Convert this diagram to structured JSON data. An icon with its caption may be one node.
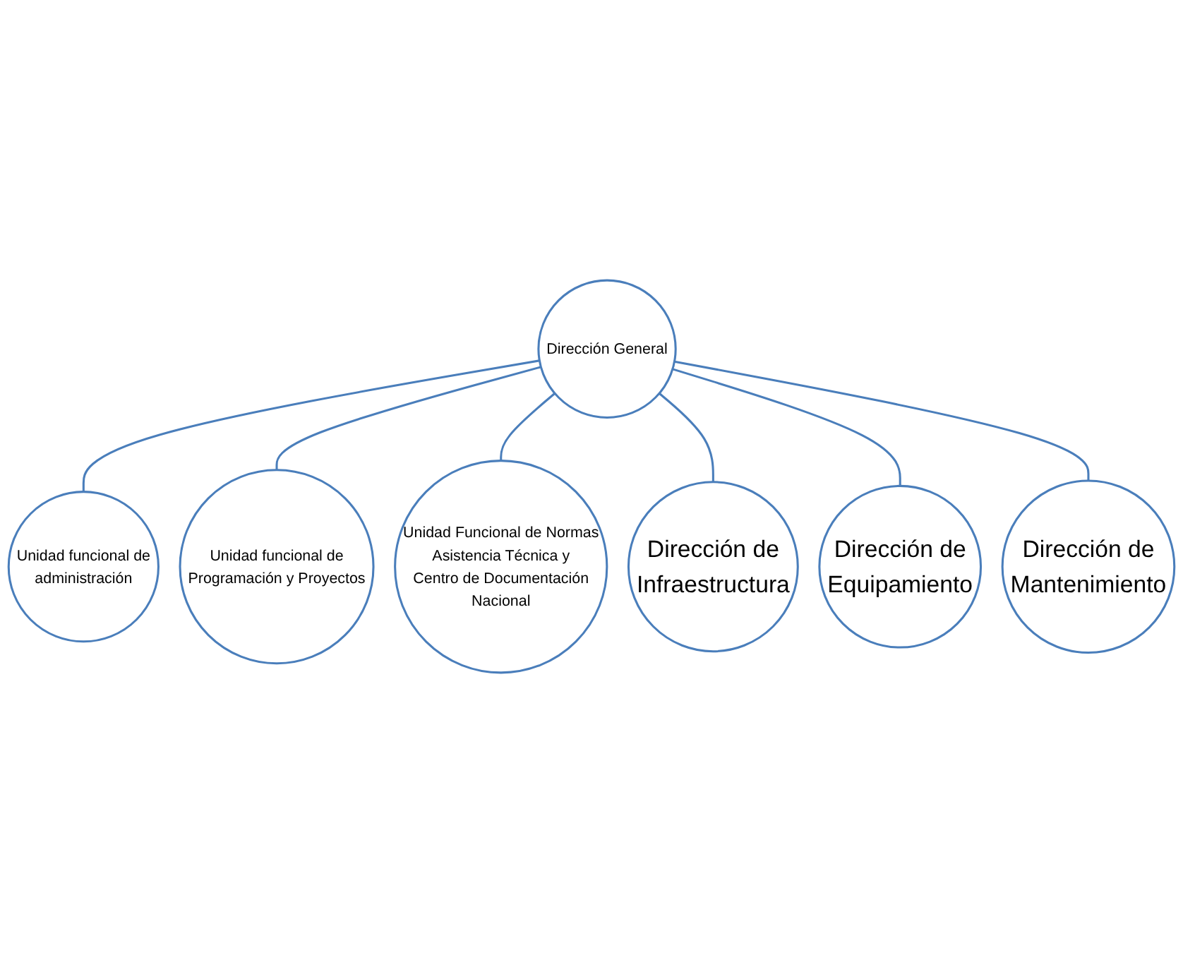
{
  "diagram": {
    "nodes": [
      {
        "text": [
          "Dirección General"
        ]
      },
      {
        "text": [
          "Unidad funcional de administración"
        ]
      },
      {
        "text": [
          "Unidad funcional de Programación y Proyectos"
        ]
      },
      {
        "text": [
          "Unidad Funcional de Normas Asistencia Técnica y Centro de Documentación Nacional"
        ]
      },
      {
        "text": [
          "Dirección de Infraestructura"
        ]
      },
      {
        "text": [
          "Dirección de Equipamiento"
        ]
      },
      {
        "text": [
          "Dirección de Mantenimiento"
        ]
      }
    ],
    "edges": [
      {
        "from": 0,
        "to": 1,
        "arrow": "none"
      },
      {
        "from": 0,
        "to": 2,
        "arrow": "none"
      },
      {
        "from": 0,
        "to": 3,
        "arrow": "none"
      },
      {
        "from": 0,
        "to": 4,
        "arrow": "none"
      },
      {
        "from": 0,
        "to": 5,
        "arrow": "none"
      },
      {
        "from": 0,
        "to": 6,
        "arrow": "none"
      }
    ]
  }
}
